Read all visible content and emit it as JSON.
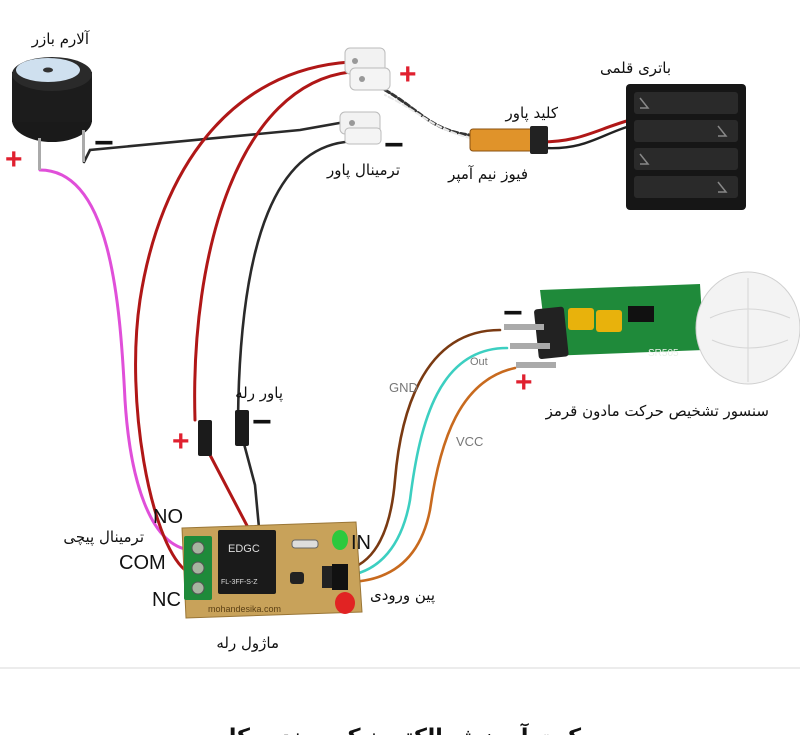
{
  "labels": {
    "buzzer": "آلارم بازر",
    "battery": "باتری قلمی",
    "power_key": "کلید پاور",
    "fuse": "فیوز نیم آمپر",
    "power_terminal": "ترمینال پاور",
    "relay_power": "پاور رله",
    "pir_sensor": "سنسور تشخیص  حرکت مادون قرمز",
    "screw_terminal": "ترمینال پیچی",
    "input_pins": "پین ورودی",
    "relay_module": "ماژول رله",
    "no": "NO",
    "com": "COM",
    "nc": "NC",
    "in": "IN",
    "gnd": "GND",
    "out": "Out",
    "vcc": "VCC",
    "relay_brand": "EDGC",
    "relay_model": "FL-3FF-S-Z",
    "board_site": "mohandesika.com",
    "sensor_model": "SR505"
  },
  "signs": {
    "plus": "+",
    "minus": "−"
  },
  "footer": {
    "title": "کیت آموزش الکترونیک مهندسیکا"
  },
  "colors": {
    "red_wire": "#b01717",
    "black_wire": "#2a2a2a",
    "magenta_wire": "#e04fd9",
    "brown_wire": "#7a3a12",
    "cyan_wire": "#3ccfc1",
    "orange_wire": "#c86a1e",
    "plus_sign": "#e0202f",
    "pcb_green": "#1f8a3a",
    "pcb_tan": "#c8a25a"
  }
}
